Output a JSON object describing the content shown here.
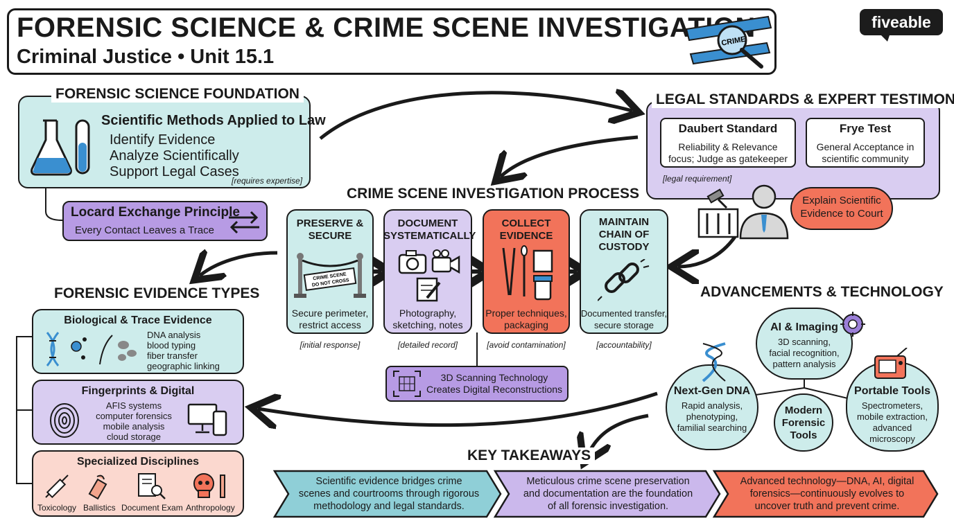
{
  "header": {
    "title": "FORENSIC SCIENCE & CRIME SCENE INVESTIGATION",
    "subtitle": "Criminal Justice • Unit 15.1",
    "logo": "fiveable",
    "tape_text": "CRIME"
  },
  "foundation": {
    "heading": "FORENSIC SCIENCE FOUNDATION",
    "subheading": "Scientific Methods Applied to Law",
    "items": [
      "Identify Evidence",
      "Analyze Scientifically",
      "Support Legal Cases"
    ],
    "note": "[requires expertise]",
    "locard_title": "Locard Exchange Principle",
    "locard_desc": "Every Contact Leaves a Trace"
  },
  "legal": {
    "heading": "LEGAL STANDARDS & EXPERT TESTIMONY",
    "daubert_title": "Daubert Standard",
    "daubert_desc": [
      "Reliability & Relevance",
      "focus; Judge as gatekeeper"
    ],
    "frye_title": "Frye Test",
    "frye_desc": [
      "General Acceptance in",
      "scientific community"
    ],
    "note": "[legal requirement]",
    "bubble": [
      "Explain Scientific",
      "Evidence to Court"
    ]
  },
  "process": {
    "heading": "CRIME SCENE INVESTIGATION PROCESS",
    "steps": [
      {
        "title": [
          "PRESERVE &",
          "SECURE"
        ],
        "desc": [
          "Secure perimeter,",
          "restrict access"
        ],
        "note": "[initial response]",
        "sign": [
          "CRIME SCENE",
          "DO NOT CROSS"
        ]
      },
      {
        "title": [
          "DOCUMENT",
          "SYSTEMATICALLY"
        ],
        "desc": [
          "Photography,",
          "sketching, notes"
        ],
        "note": "[detailed record]"
      },
      {
        "title": [
          "COLLECT",
          "EVIDENCE"
        ],
        "desc": [
          "Proper techniques,",
          "packaging"
        ],
        "note": "[avoid contamination]"
      },
      {
        "title": [
          "MAINTAIN",
          "CHAIN OF",
          "CUSTODY"
        ],
        "desc": [
          "Documented transfer,",
          "secure storage"
        ],
        "note": "[accountability]"
      }
    ],
    "scanning": [
      "3D Scanning Technology",
      "Creates Digital Reconstructions"
    ]
  },
  "evidence": {
    "heading": "FORENSIC EVIDENCE TYPES",
    "bio_title": "Biological & Trace Evidence",
    "bio_items": [
      "DNA analysis",
      "blood typing",
      "fiber transfer",
      "geographic linking"
    ],
    "digital_title": "Fingerprints & Digital",
    "digital_items": [
      "AFIS systems",
      "computer forensics",
      "mobile analysis",
      "cloud storage"
    ],
    "special_title": "Specialized Disciplines",
    "special_items": [
      "Toxicology",
      "Ballistics",
      "Document Exam",
      "Anthropology"
    ]
  },
  "tech": {
    "heading": "ADVANCEMENTS & TECHNOLOGY",
    "ai_title": "AI & Imaging",
    "ai_items": [
      "3D scanning,",
      "facial recognition,",
      "pattern analysis"
    ],
    "dna_title": "Next-Gen DNA",
    "dna_items": [
      "Rapid analysis,",
      "phenotyping,",
      "familial searching"
    ],
    "center": [
      "Modern",
      "Forensic",
      "Tools"
    ],
    "portable_title": "Portable Tools",
    "portable_items": [
      "Spectrometers,",
      "mobile extraction,",
      "advanced",
      "microscopy"
    ]
  },
  "takeaways": {
    "heading": "KEY TAKEAWAYS",
    "items": [
      [
        "Scientific evidence bridges crime",
        "scenes and courtrooms through rigorous",
        "methodology and legal standards."
      ],
      [
        "Meticulous crime scene preservation",
        "and documentation are the foundation",
        "of all forensic investigation."
      ],
      [
        "Advanced technology—DNA, AI, digital",
        "forensics—continuously evolves to",
        "uncover truth and prevent crime."
      ]
    ]
  },
  "colors": {
    "teal": "#cdeceb",
    "purple": "#d9cdf1",
    "salmon": "#fbd8cf",
    "red": "#f2735a",
    "blue": "#3a8fd0"
  }
}
